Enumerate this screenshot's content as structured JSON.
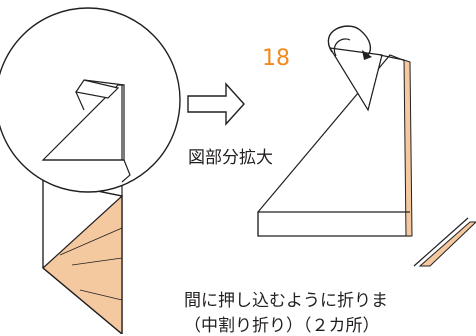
{
  "step": {
    "number": "18",
    "color": "#f08a1e"
  },
  "labels": {
    "enlarged_view": "図部分拡大",
    "instruction_line1": "間に押し込むように折りま",
    "instruction_line2": "（中割り折り）（２カ所）"
  },
  "colors": {
    "paper_back": "#f5c9a0",
    "line": "#231f20",
    "accent": "#f08a1e"
  },
  "icons": {
    "zoom_arrow": "right-arrow-outline-icon",
    "fold_arrow": "curved-fold-arrow-icon"
  }
}
